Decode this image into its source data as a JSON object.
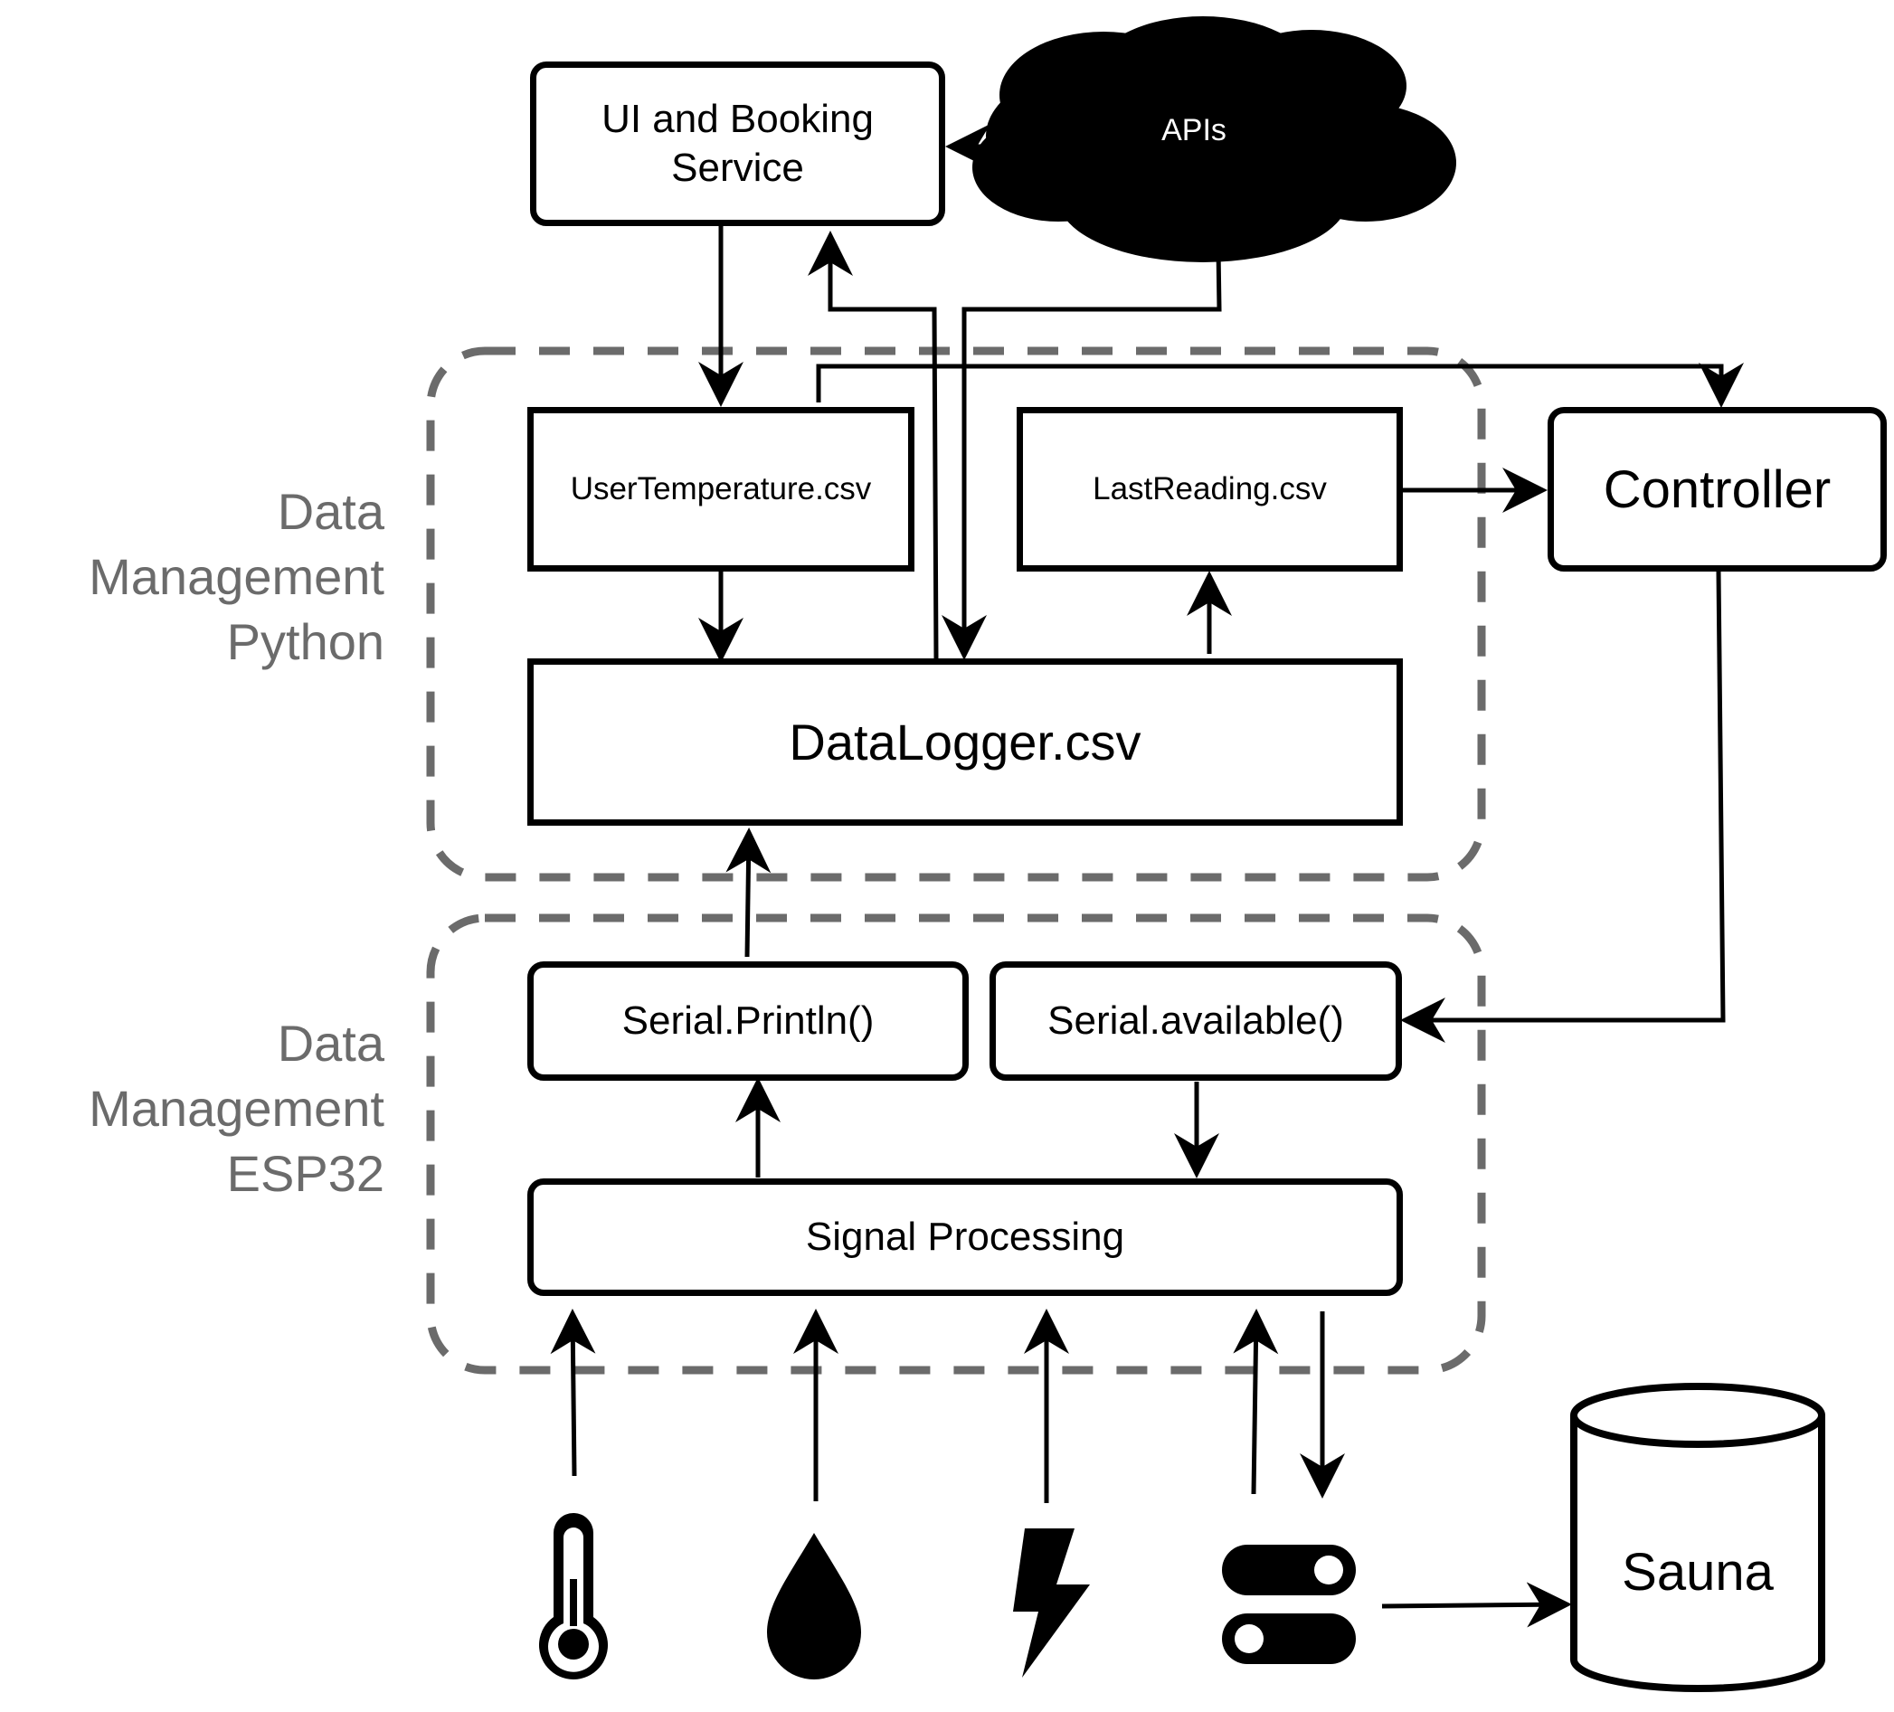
{
  "groups": {
    "python_label": "Data\nManagement\nPython",
    "esp32_label": "Data\nManagement\nESP32"
  },
  "nodes": {
    "ui_booking": "UI and Booking\nService",
    "apis": "APIs",
    "user_temperature": "UserTemperature.csv",
    "last_reading": "LastReading.csv",
    "controller": "Controller",
    "data_logger": "DataLogger.csv",
    "serial_println": "Serial.Println()",
    "serial_available": "Serial.available()",
    "signal_processing": "Signal Processing",
    "sauna": "Sauna"
  },
  "icons": [
    "thermometer-icon",
    "water-drop-icon",
    "lightning-icon",
    "toggle-switch-icon",
    "cylinder-icon"
  ],
  "colors": {
    "line": "#000000",
    "dashed_group": "#6b6b6b",
    "group_label": "#6b6b6b",
    "cloud_fill": "#000000",
    "cloud_text": "#ffffff"
  }
}
